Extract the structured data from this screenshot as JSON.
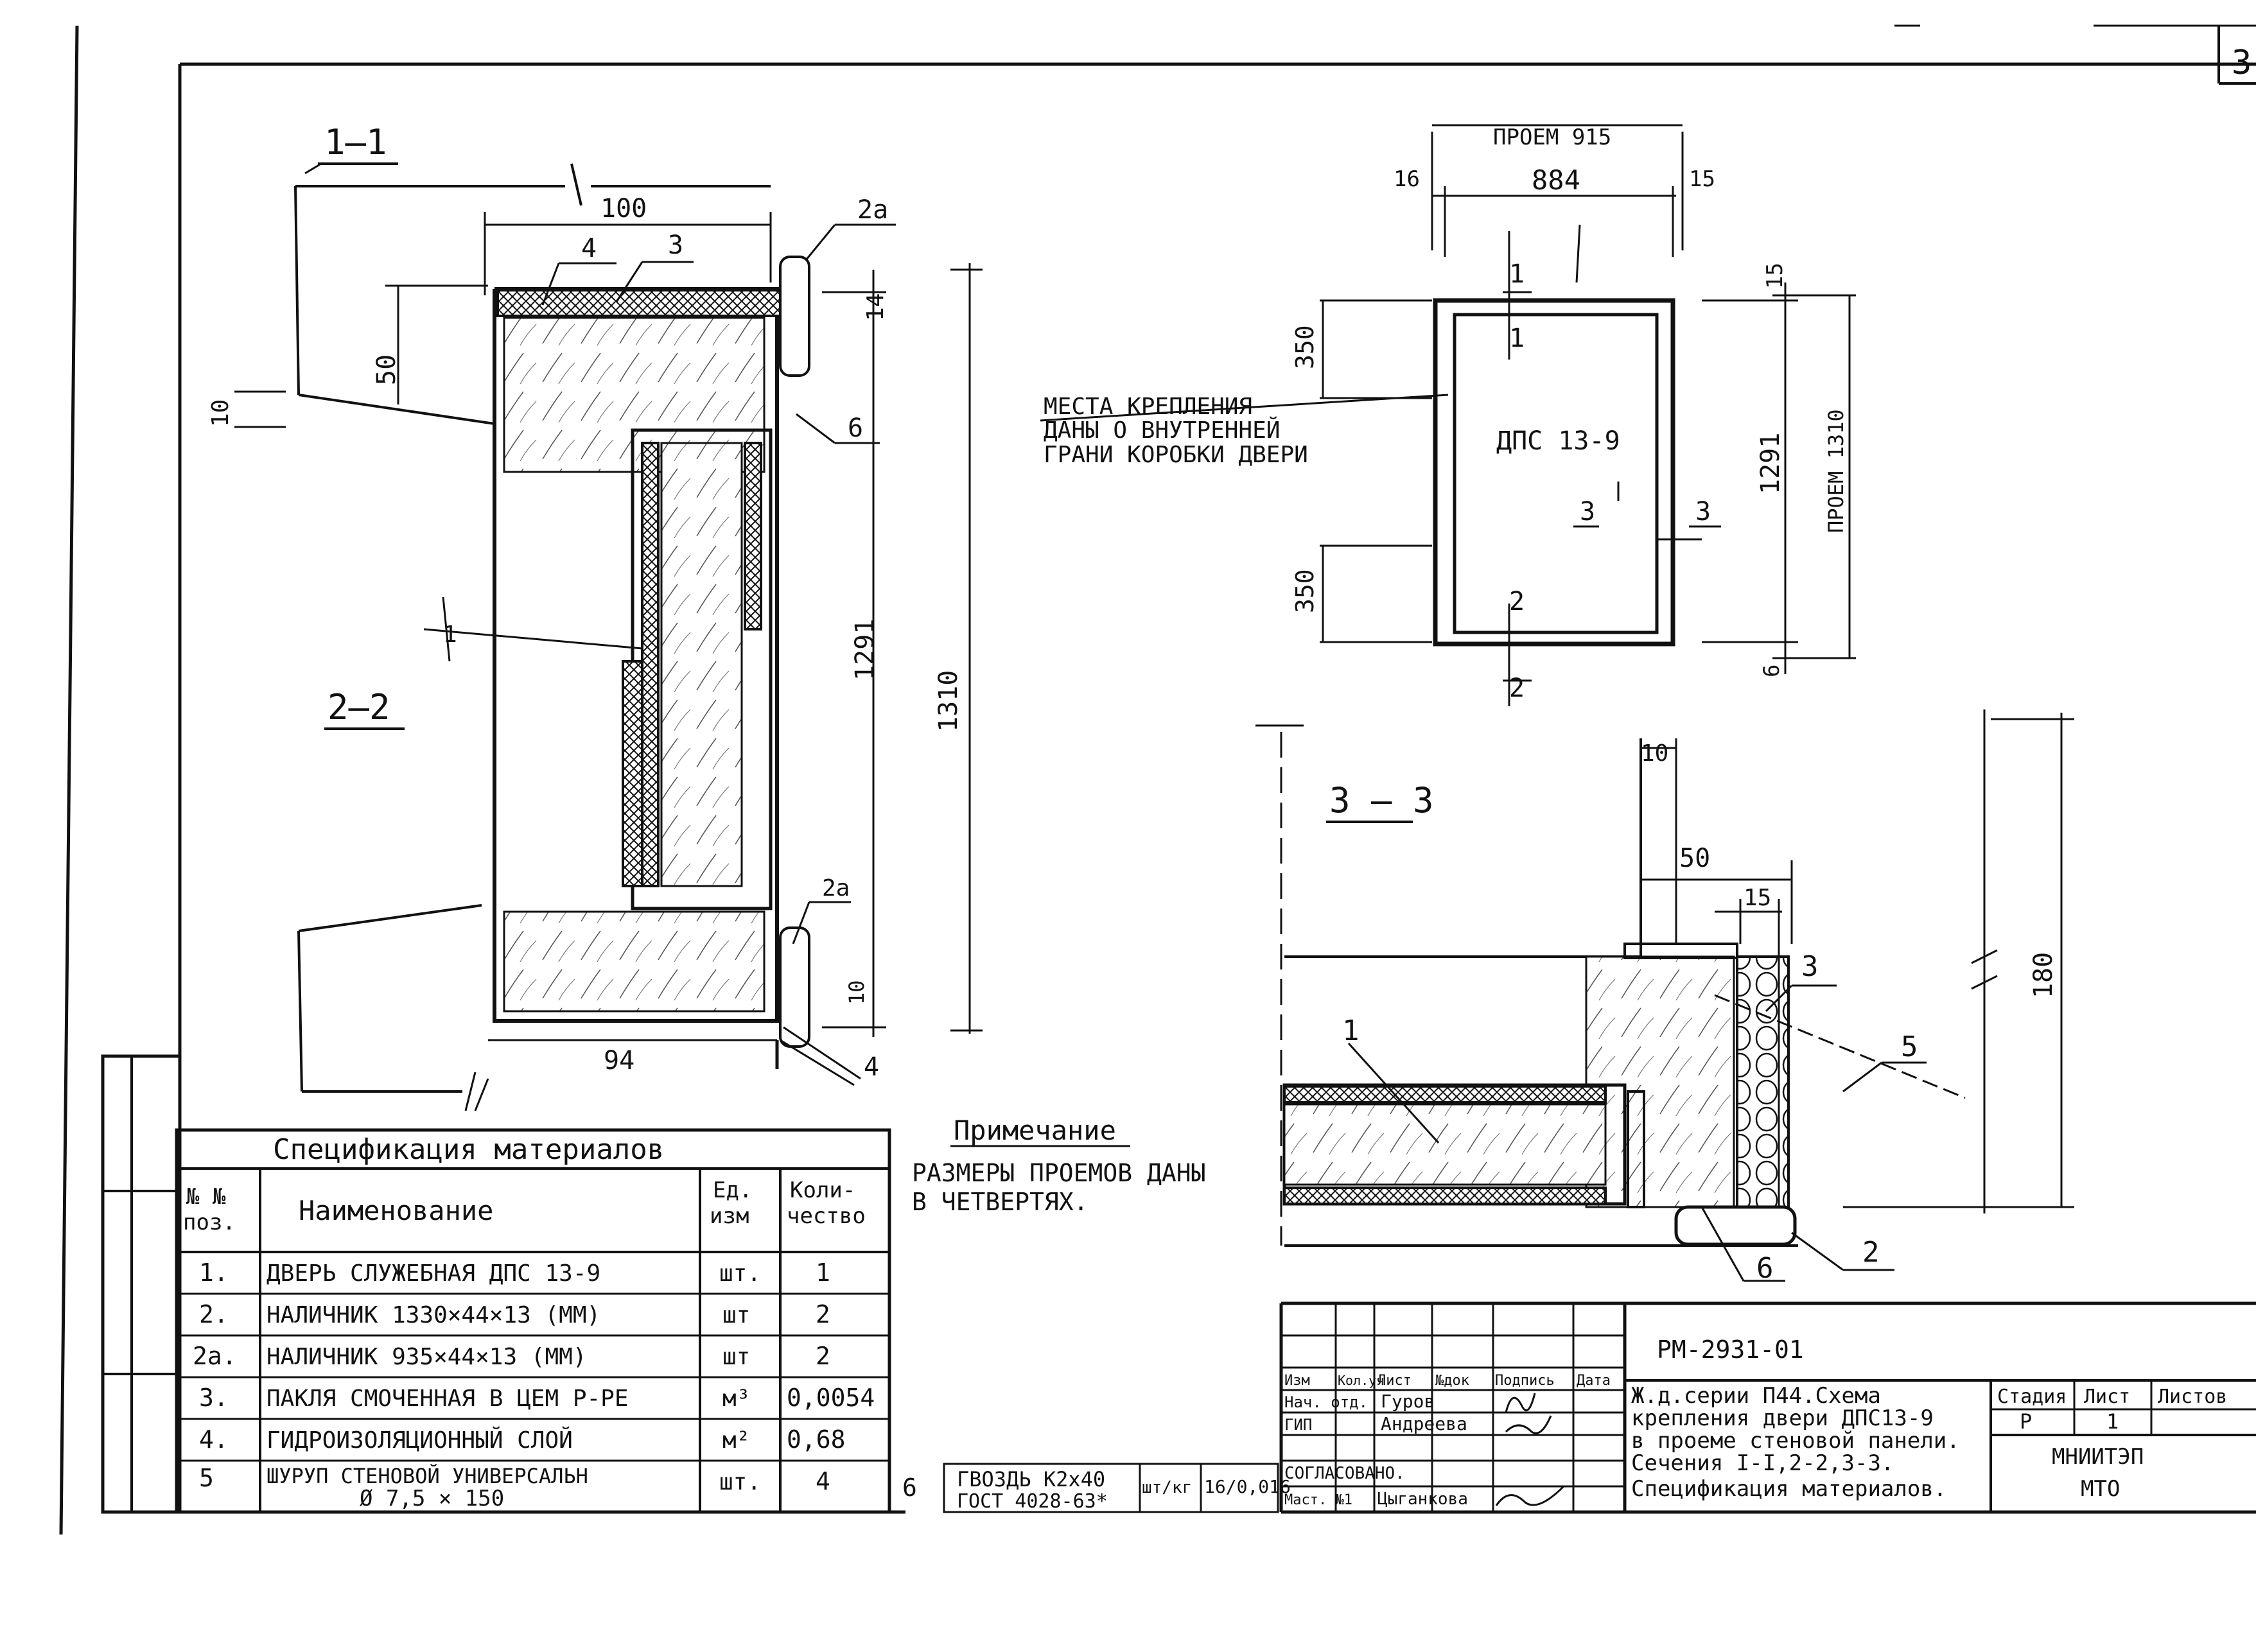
{
  "page_marker": "3",
  "section_1_1": {
    "title": "1—1",
    "dim_100": "100",
    "dim_50": "50",
    "dim_10": "10",
    "dim_14": "14",
    "dim_94": "94",
    "dim_1291": "1291",
    "dim_1310": "1310",
    "dim_10b": "10",
    "cut_marker": "1",
    "callouts": [
      "4",
      "3",
      "2a",
      "6",
      "2a",
      "4"
    ]
  },
  "section_2_2": {
    "title": "2—2"
  },
  "elevation": {
    "dim_opening": "ПРОЕМ 915",
    "dim_16": "16",
    "dim_884": "884",
    "dim_15a": "15",
    "dim_15b": "15",
    "dim_350a": "350",
    "dim_350b": "350",
    "dim_1291": "1291",
    "dim_opening_h": "ПРОЕМ 1310",
    "dim_6": "6",
    "door_label": "ДПС 13-9",
    "cut_1": "1",
    "cut_1b": "1",
    "cut_2": "2",
    "cut_2b": "2",
    "cut_3a": "3",
    "cut_3b": "3",
    "leader_note": [
      "МЕСТА КРЕПЛЕНИЯ",
      "ДАНЫ О ВНУТРЕННЕЙ",
      "ГРАНИ КОРОБКИ ДВЕРИ"
    ]
  },
  "section_3_3": {
    "title": "3 — 3",
    "dim_10": "10",
    "dim_50": "50",
    "dim_15": "15",
    "dim_180": "180",
    "callouts": [
      "1",
      "3",
      "5",
      "6",
      "2"
    ]
  },
  "note": {
    "title": "Примечание",
    "text_lines": [
      "РАЗМЕРЫ ПРОЕМОВ ДАНЫ",
      "В ЧЕТВЕРТЯХ."
    ]
  },
  "spec_table": {
    "title": "Спецификация материалов",
    "headers": {
      "pos": [
        "№ №",
        "поз."
      ],
      "name": "Наименование",
      "unit": [
        "Ед.",
        "изм"
      ],
      "qty": [
        "Коли-",
        "чество"
      ]
    },
    "rows": [
      {
        "pos": "1.",
        "name": "ДВЕРЬ СЛУЖЕБНАЯ ДПС 13-9",
        "unit": "шт.",
        "qty": "1"
      },
      {
        "pos": "2.",
        "name": "НАЛИЧНИК 1330×44×13 (ММ)",
        "unit": "шт",
        "qty": "2"
      },
      {
        "pos": "2а.",
        "name": "НАЛИЧНИК 935×44×13 (ММ)",
        "unit": "шт",
        "qty": "2"
      },
      {
        "pos": "3.",
        "name": "ПАКЛЯ СМОЧЕННАЯ В ЦЕМ Р-РЕ",
        "unit": "м³",
        "qty": "0,0054"
      },
      {
        "pos": "4.",
        "name": "ГИДРОИЗОЛЯЦИОННЫЙ СЛОЙ",
        "unit": "м²",
        "qty": "0,68"
      },
      {
        "pos": "5",
        "name": "ШУРУП СТЕНОВОЙ УНИВЕРСАЛЬН",
        "name2": "Ø 7,5 × 150",
        "unit": "шт.",
        "qty": "4"
      }
    ],
    "extra_row": {
      "pos": "6",
      "name": "ГВОЗДЬ К2х40",
      "name2": "ГОСТ 4028-63*",
      "unit": "шт/кг",
      "qty": "16/0,016"
    }
  },
  "title_block": {
    "code": "РМ-2931-01",
    "header_cells": [
      "Изм",
      "Кол.уч",
      "Лист",
      "№док",
      "Подпись",
      "Дата"
    ],
    "roles": [
      {
        "role": "Нач. отд.",
        "name": "Гуров"
      },
      {
        "role": "ГИП",
        "name": "Андреева"
      },
      {
        "role": "СОГЛАСОВАНО.",
        "name": ""
      },
      {
        "role": "Маст. №1",
        "name": "Цыганкова"
      }
    ],
    "description": [
      "Ж.д.серии П44.Схема",
      "крепления двери ДПС13-9",
      "в проеме стеновой панели.",
      "Сечения I-I,2-2,3-3.",
      "Спецификация материалов."
    ],
    "stage_headers": [
      "Стадия",
      "Лист",
      "Листов"
    ],
    "stage_values": [
      "Р",
      "1",
      ""
    ],
    "org": [
      "МНИИТЭП",
      "МТО"
    ]
  }
}
